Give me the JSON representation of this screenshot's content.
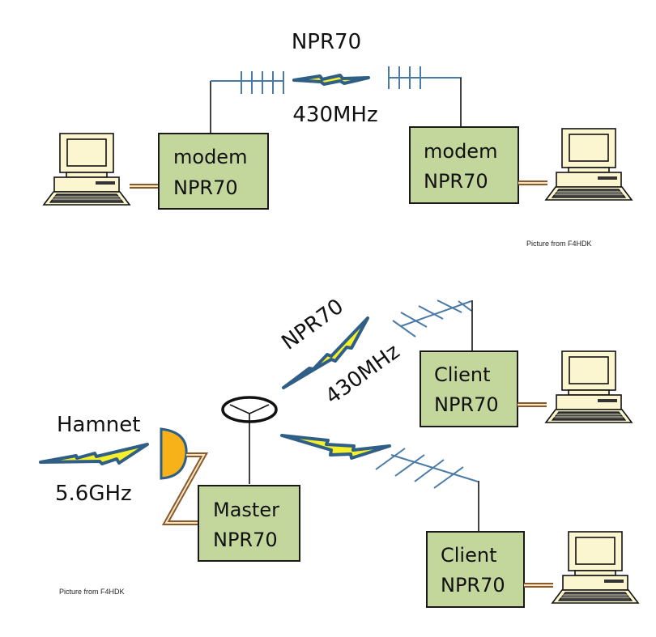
{
  "diagram_top": {
    "link_label": "NPR70",
    "frequency_label": "430MHz",
    "left_node": {
      "line1": "modem",
      "line2": "NPR70"
    },
    "right_node": {
      "line1": "modem",
      "line2": "NPR70"
    },
    "credit": "Picture from F4HDK"
  },
  "diagram_bottom": {
    "link_label": "NPR70",
    "frequency_label": "430MHz",
    "backhaul_label": "Hamnet",
    "backhaul_frequency": "5.6GHz",
    "master_node": {
      "line1": "Master",
      "line2": "NPR70"
    },
    "client_nodes": [
      {
        "line1": "Client",
        "line2": "NPR70"
      },
      {
        "line1": "Client",
        "line2": "NPR70"
      }
    ],
    "credit": "Picture from F4HDK"
  },
  "icons": {
    "computer": "computer-icon",
    "yagi": "yagi-antenna-icon",
    "omni": "omni-antenna-icon",
    "dish": "dish-antenna-icon",
    "radio_link": "lightning-bolt-icon"
  },
  "colors": {
    "box_fill": "#c3d69b",
    "antenna_blue": "#4a7aa8",
    "bolt_yellow": "#f5f02a",
    "bolt_outline": "#2f5f86",
    "cable_brown": "#8a5a2b",
    "dish_orange": "#f7b21a",
    "computer_beige": "#fbf6cf"
  }
}
